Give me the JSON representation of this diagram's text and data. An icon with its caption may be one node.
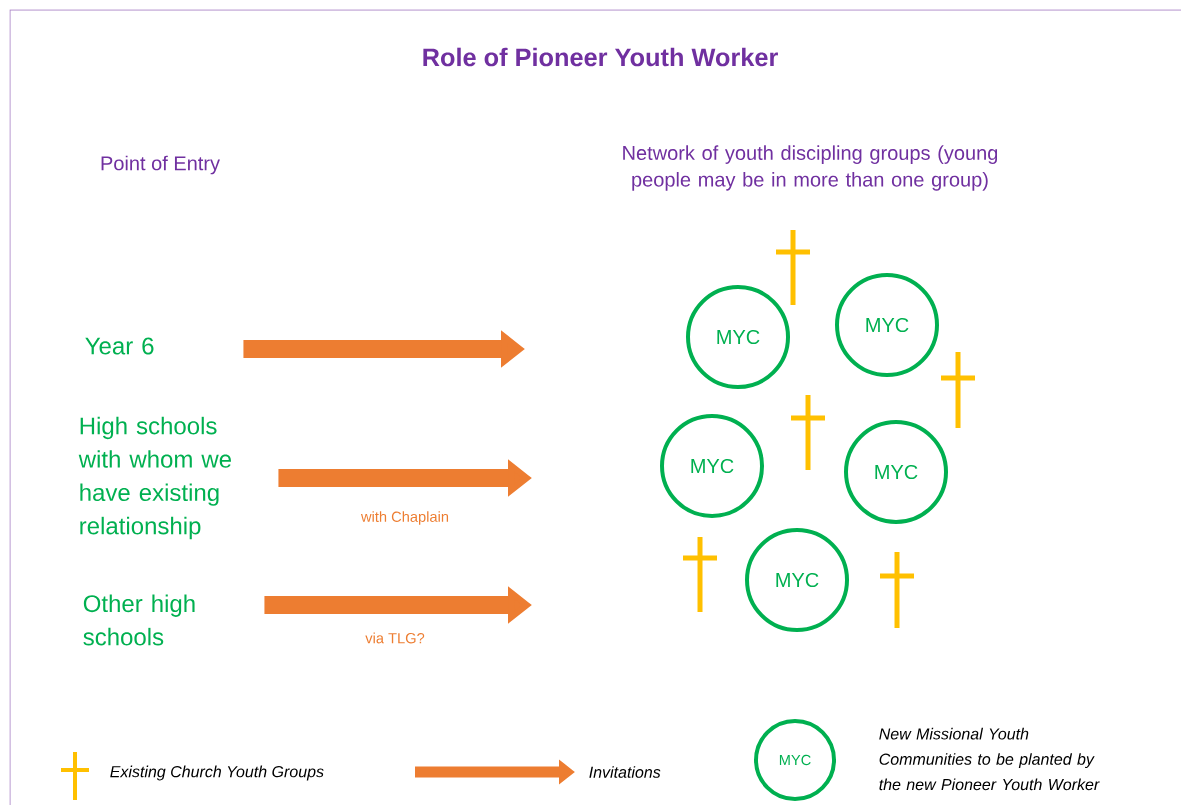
{
  "diagram": {
    "title": "Role of Pioneer Youth Worker",
    "nodes": [
      {
        "text": [
          "Year 6"
        ]
      },
      {
        "text": [
          "High schools with whom we have existing relationship"
        ]
      },
      {
        "text": [
          "Other high schools"
        ]
      },
      {
        "text": [
          "MYC"
        ]
      },
      {
        "text": [
          "MYC"
        ]
      },
      {
        "text": [
          "MYC"
        ]
      },
      {
        "text": [
          "MYC"
        ]
      },
      {
        "text": [
          "MYC"
        ]
      }
    ],
    "edges": [
      {
        "from": 0,
        "to": null,
        "arrow": "to"
      },
      {
        "from": 1,
        "to": null,
        "arrow": "to",
        "label": "with Chaplain"
      },
      {
        "from": 2,
        "to": null,
        "arrow": "to",
        "label": "via TLG?"
      }
    ],
    "labels": [
      "Point of Entry",
      "Network of youth discipling groups (young people may be in more than one group)",
      "MYC"
    ],
    "legend": [
      {
        "text": "Existing Church Youth Groups"
      },
      {
        "text": "Invitations"
      },
      {
        "text": "New Missional Youth Communities to be planted by the new Pioneer Youth Worker"
      }
    ]
  }
}
